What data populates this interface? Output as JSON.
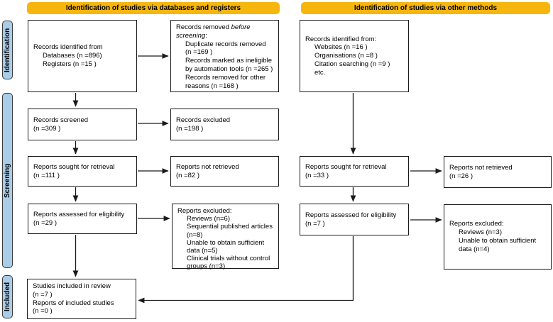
{
  "colors": {
    "banner_bg": "#F6B60E",
    "sidebar_bg": "#A9CCE9",
    "line": "#1a1a1a"
  },
  "banners": {
    "left": "Identification of studies via databases and registers",
    "right": "Identification of studies via other methods"
  },
  "sidebar": {
    "identification": "Identification",
    "screening": "Screening",
    "included": "Included"
  },
  "boxes": {
    "db_identified": {
      "lines": [
        {
          "t": "Records identified from"
        },
        {
          "ind": 1,
          "t": "Databases (n =896)"
        },
        {
          "ind": 1,
          "t": "Registers (n =15 )"
        }
      ]
    },
    "records_removed": {
      "lines": [
        {
          "seg": [
            {
              "t": "Records removed "
            },
            {
              "t": "before",
              "em": true
            }
          ]
        },
        {
          "seg": [
            {
              "t": "screening",
              "em": true
            },
            {
              "t": ":"
            }
          ]
        },
        {
          "ind": 1,
          "t": "Duplicate records removed"
        },
        {
          "ind": 1,
          "t": "(n =169 )"
        },
        {
          "ind": 1,
          "t": "Records marked as ineligible"
        },
        {
          "ind": 1,
          "t": "by automation tools (n =265 )"
        },
        {
          "ind": 1,
          "t": "Records removed for other"
        },
        {
          "ind": 1,
          "t": "reasons (n =168 )"
        }
      ]
    },
    "records_screened": {
      "lines": [
        {
          "t": "Records screened"
        },
        {
          "t": "(n =309 )"
        }
      ]
    },
    "records_excluded": {
      "lines": [
        {
          "t": "Records excluded"
        },
        {
          "t": "(n =198 )"
        }
      ]
    },
    "reports_sought_db": {
      "lines": [
        {
          "t": "Reports sought for retrieval"
        },
        {
          "t": "(n =111 )"
        }
      ]
    },
    "reports_not_retrieved_db": {
      "lines": [
        {
          "t": "Reports not retrieved"
        },
        {
          "t": "(n =82 )"
        }
      ]
    },
    "reports_assessed_db": {
      "lines": [
        {
          "t": "Reports assessed for eligibility"
        },
        {
          "t": "(n =29 )"
        }
      ]
    },
    "reports_excluded_db": {
      "lines": [
        {
          "t": "Reports excluded:"
        },
        {
          "ind": 1,
          "t": "Reviews (n=6)"
        },
        {
          "ind": 1,
          "t": "Sequential published articles"
        },
        {
          "ind": 1,
          "t": "(n=8)"
        },
        {
          "ind": 1,
          "t": "Unable to obtain sufficient"
        },
        {
          "ind": 1,
          "t": "data (n=5)"
        },
        {
          "ind": 1,
          "t": "Clinical trials without control"
        },
        {
          "ind": 1,
          "t": "groups (n=3)"
        }
      ]
    },
    "studies_included": {
      "lines": [
        {
          "t": "Studies included in review"
        },
        {
          "t": "(n =7 )"
        },
        {
          "t": "Reports of included studies"
        },
        {
          "t": "(n =0 )"
        }
      ]
    },
    "other_identified": {
      "lines": [
        {
          "t": "Records identified from:"
        },
        {
          "ind": 1,
          "t": "Websites (n =16 )"
        },
        {
          "ind": 1,
          "t": "Organisations (n =8 )"
        },
        {
          "ind": 1,
          "t": "Citation searching (n =9 )"
        },
        {
          "ind": 1,
          "t": "etc."
        }
      ]
    },
    "reports_sought_other": {
      "lines": [
        {
          "t": "Reports sought for retrieval"
        },
        {
          "t": "(n =33 )"
        }
      ]
    },
    "reports_not_retrieved_other": {
      "lines": [
        {
          "t": "Reports not retrieved"
        },
        {
          "t": "(n =26 )"
        }
      ]
    },
    "reports_assessed_other": {
      "lines": [
        {
          "t": "Reports assessed for eligibility"
        },
        {
          "t": "(n =7 )"
        }
      ]
    },
    "reports_excluded_other": {
      "lines": [
        {
          "t": "Reports excluded:"
        },
        {
          "ind": 1,
          "t": "Reviews (n=3)"
        },
        {
          "ind": 1,
          "t": "Unable to obtain sufficient"
        },
        {
          "ind": 1,
          "t": "data (n=4)"
        }
      ]
    }
  }
}
